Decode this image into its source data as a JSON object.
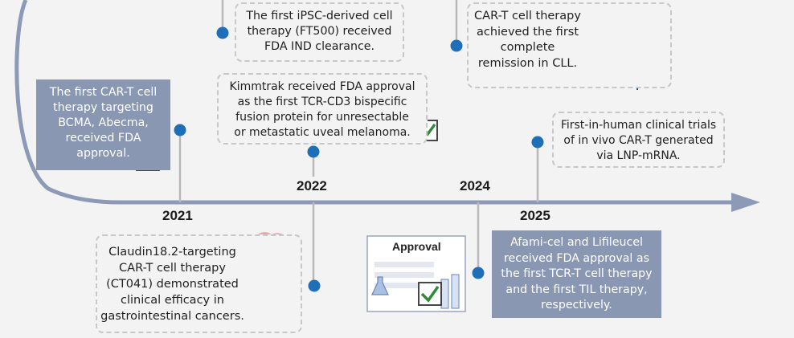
{
  "colors": {
    "timeline": "#8c9ab8",
    "dot": "#1f6fb8",
    "stem": "#b9b9bb",
    "solid_box": "#8a97b3",
    "check": "#2e8b3a"
  },
  "years": [
    "2021",
    "2022",
    "2024",
    "2025"
  ],
  "events": {
    "ft500": "The first iPSC-derived cell\ntherapy (FT500) received\nFDA IND clearance.",
    "cll": "CAR-T cell therapy\nachieved the first\ncomplete\nremission in CLL.",
    "abecma": "The first CAR-T cell\ntherapy targeting\nBCMA, Abecma,\nreceived FDA\napproval.",
    "kimmtrak": "Kimmtrak received FDA approval\nas the first TCR-CD3 bispecific\nfusion protein for unresectable\nor metastatic uveal melanoma.",
    "invivo": "First-in-human clinical trials\nof in vivo CAR-T generated\nvia LNP-mRNA.",
    "ct041": "Claudin18.2-targeting\nCAR-T cell therapy\n(CT041) demonstrated\nclinical efficacy in\ngastrointestinal cancers.",
    "afami": "Afami-cel and Lifileucel\nreceived FDA approval as\nthe first TCR-T cell therapy\nand the first TIL therapy,\nrespectively."
  },
  "approval_doc": {
    "title": "Approval"
  }
}
